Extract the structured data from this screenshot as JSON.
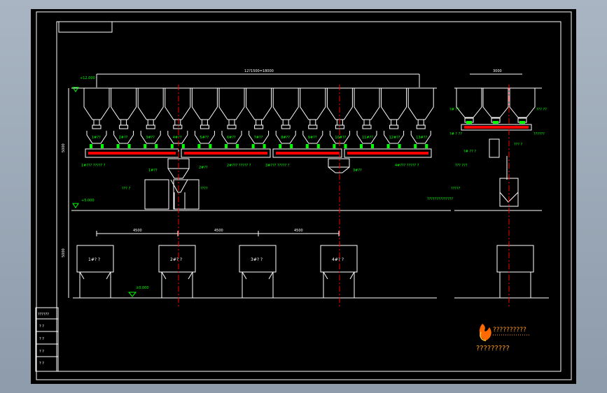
{
  "dimensions": {
    "top_total": "12?1500=18000",
    "right_top": "3000",
    "span_1": "4500",
    "span_2": "4500",
    "span_3": "4500",
    "height_upper": "5000",
    "height_lower": "5000"
  },
  "elevations": {
    "top": "+12.000",
    "middle": "+5.000",
    "ground": "±0.000"
  },
  "hopper_labels": [
    "1#??",
    "2#??",
    "3#??",
    "4#??",
    "5#??",
    "6#??",
    "7#??",
    "8#??",
    "9#??",
    "10#??",
    "11#??",
    "12#??",
    "13#??"
  ],
  "callouts": {
    "scale_group_1": "1#??? ????? ?",
    "scale_group_2": "2#??? ????? ?",
    "scale_group_3": "3#??? ????? ?",
    "scale_group_4": "4#??? ????? ?",
    "left_mixer_tag": "1#??",
    "mid_tag_a": "2#??",
    "mid_tag_b": "3#??",
    "left_mid_note": "??? ?",
    "left_bottom_note": "????",
    "right_note_1": "?# ??",
    "right_note_2": "??? ??",
    "right_note_3": "?# ? ??",
    "right_note_4": "??????",
    "right_note_5": "??? ?",
    "right_note_6": "?# ?? ?",
    "right_note_7": "??? ???",
    "right_note_8": "?????",
    "right_note_9": "??????????????"
  },
  "bins": [
    "1#? ?",
    "2#? ?",
    "3#? ?",
    "4#? ?"
  ],
  "title_block": {
    "rows": [
      "??????",
      "? ?",
      "? ?",
      "? ?",
      "? ?"
    ]
  },
  "watermark": {
    "line1": "??????????",
    "line2": "?????????"
  },
  "colors": {
    "line": "#ffffff",
    "annotation": "#00ff00",
    "centerline": "#ff0000",
    "highlight": "#ff0000",
    "watermark": "#ff9a1a"
  }
}
